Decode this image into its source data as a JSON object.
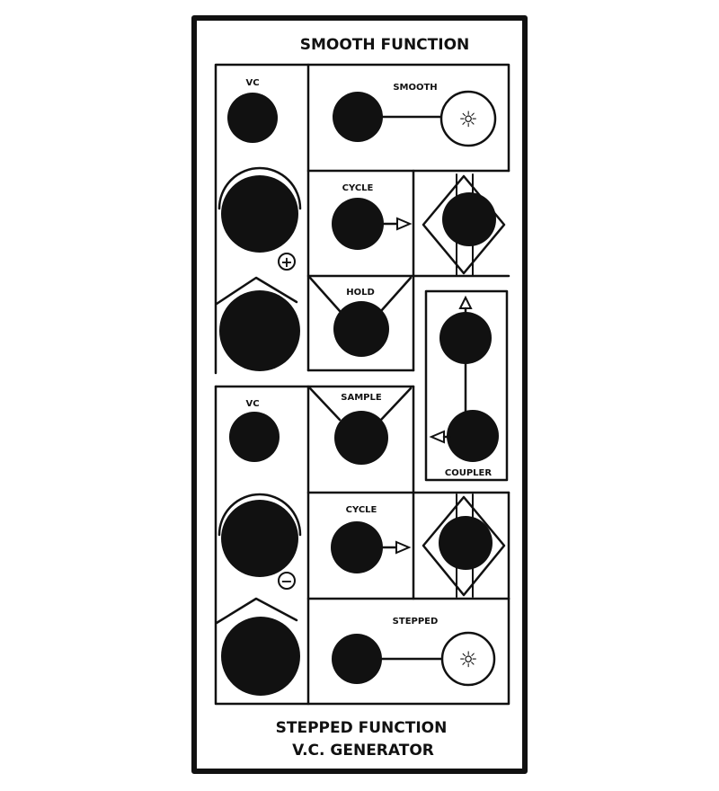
{
  "module": {
    "title_top": "SMOOTH FUNCTION",
    "title_bottom_1": "STEPPED FUNCTION",
    "title_bottom_2": "V.C. GENERATOR"
  },
  "labels": {
    "vc_top": "VC",
    "smooth": "SMOOTH",
    "cycle_top": "CYCLE",
    "hold": "HOLD",
    "vc_bottom": "VC",
    "sample": "SAMPLE",
    "coupler": "COUPLER",
    "cycle_bottom": "CYCLE",
    "stepped": "STEPPED"
  },
  "symbols": {
    "plus": "+",
    "minus": "−",
    "light": "☼"
  },
  "icons": {
    "lamp": "sun-light-icon",
    "plus": "plus-circle-icon",
    "minus": "minus-circle-icon",
    "arrow": "triangle-arrow-icon"
  }
}
